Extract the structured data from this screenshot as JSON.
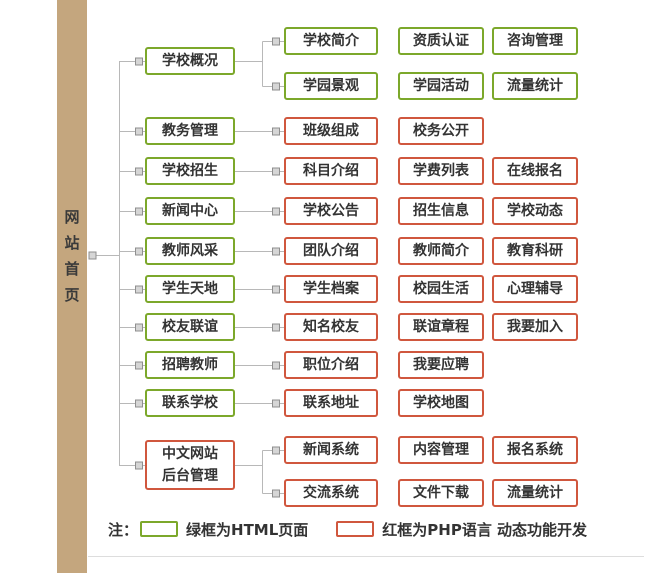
{
  "home": {
    "label": "网站首页"
  },
  "branches": [
    {
      "label": "学校概况",
      "children": [
        [
          "学校简介",
          "资质认证",
          "咨询管理"
        ],
        [
          "学园景观",
          "学园活动",
          "流量统计"
        ]
      ]
    },
    {
      "label": "教务管理",
      "children": [
        [
          "班级组成",
          "校务公开"
        ]
      ]
    },
    {
      "label": "学校招生",
      "children": [
        [
          "科目介绍",
          "学费列表",
          "在线报名"
        ]
      ]
    },
    {
      "label": "新闻中心",
      "children": [
        [
          "学校公告",
          "招生信息",
          "学校动态"
        ]
      ]
    },
    {
      "label": "教师风采",
      "children": [
        [
          "团队介绍",
          "教师简介",
          "教育科研"
        ]
      ]
    },
    {
      "label": "学生天地",
      "children": [
        [
          "学生档案",
          "校园生活",
          "心理辅导"
        ]
      ]
    },
    {
      "label": "校友联谊",
      "children": [
        [
          "知名校友",
          "联谊章程",
          "我要加入"
        ]
      ]
    },
    {
      "label": "招聘教师",
      "children": [
        [
          "职位介绍",
          "我要应聘"
        ]
      ]
    },
    {
      "label": "联系学校",
      "children": [
        [
          "联系地址",
          "学校地图"
        ]
      ]
    },
    {
      "label_lines": [
        "中文网站",
        "后台管理"
      ],
      "children": [
        [
          "新闻系统",
          "内容管理",
          "报名系统"
        ],
        [
          "交流系统",
          "文件下载",
          "流量统计"
        ]
      ]
    }
  ],
  "legend": {
    "note": "注：",
    "green_label": "绿框为HTML页面",
    "red_label": "红框为PHP语言 动态功能开发"
  },
  "colors": {
    "green": "#7CA82B",
    "red": "#D0573E",
    "bar": "#C4A67E",
    "line": "#B8B8B8"
  }
}
